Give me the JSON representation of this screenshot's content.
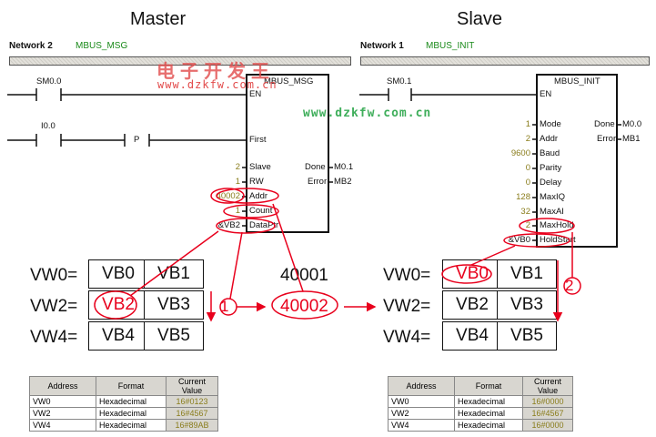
{
  "master": {
    "title": "Master",
    "network_label": "Network 2",
    "network_name": "MBUS_MSG",
    "contacts": [
      {
        "label": "SM0.0"
      },
      {
        "label": "I0.0"
      },
      {
        "label": "P"
      }
    ],
    "block": {
      "name": "MBUS_MSG",
      "inputs": [
        {
          "pin": "EN",
          "value": ""
        },
        {
          "pin": "First",
          "value": ""
        },
        {
          "pin": "Slave",
          "value": "2"
        },
        {
          "pin": "RW",
          "value": "1"
        },
        {
          "pin": "Addr",
          "value": "40002"
        },
        {
          "pin": "Count",
          "value": "1"
        },
        {
          "pin": "DataPtr",
          "value": "&VB2"
        }
      ],
      "outputs": [
        {
          "pin": "Done",
          "value": "M0.1"
        },
        {
          "pin": "Error",
          "value": "MB2"
        }
      ]
    },
    "memory": {
      "rows": [
        {
          "label": "VW0=",
          "cells": [
            "VB0",
            "VB1"
          ]
        },
        {
          "label": "VW2=",
          "cells": [
            "VB2",
            "VB3"
          ]
        },
        {
          "label": "VW4=",
          "cells": [
            "VB4",
            "VB5"
          ]
        }
      ]
    },
    "table": {
      "headers": [
        "Address",
        "Format",
        "Current Value"
      ],
      "rows": [
        [
          "VW0",
          "Hexadecimal",
          "16#0123"
        ],
        [
          "VW2",
          "Hexadecimal",
          "16#4567"
        ],
        [
          "VW4",
          "Hexadecimal",
          "16#89AB"
        ]
      ]
    }
  },
  "slave": {
    "title": "Slave",
    "network_label": "Network 1",
    "network_name": "MBUS_INIT",
    "contacts": [
      {
        "label": "SM0.1"
      }
    ],
    "block": {
      "name": "MBUS_INIT",
      "inputs": [
        {
          "pin": "EN",
          "value": ""
        },
        {
          "pin": "Mode",
          "value": "1"
        },
        {
          "pin": "Addr",
          "value": "2"
        },
        {
          "pin": "Baud",
          "value": "9600"
        },
        {
          "pin": "Parity",
          "value": "0"
        },
        {
          "pin": "Delay",
          "value": "0"
        },
        {
          "pin": "MaxIQ",
          "value": "128"
        },
        {
          "pin": "MaxAI",
          "value": "32"
        },
        {
          "pin": "MaxHold",
          "value": "2"
        },
        {
          "pin": "HoldStart",
          "value": "&VB0"
        }
      ],
      "outputs": [
        {
          "pin": "Done",
          "value": "M0.0"
        },
        {
          "pin": "Error",
          "value": "MB1"
        }
      ]
    },
    "memory": {
      "rows": [
        {
          "label": "VW0=",
          "cells": [
            "VB0",
            "VB1"
          ]
        },
        {
          "label": "VW2=",
          "cells": [
            "VB2",
            "VB3"
          ]
        },
        {
          "label": "VW4=",
          "cells": [
            "VB4",
            "VB5"
          ]
        }
      ]
    },
    "table": {
      "headers": [
        "Address",
        "Format",
        "Current Value"
      ],
      "rows": [
        [
          "VW0",
          "Hexadecimal",
          "16#0000"
        ],
        [
          "VW2",
          "Hexadecimal",
          "16#4567"
        ],
        [
          "VW4",
          "Hexadecimal",
          "16#0000"
        ]
      ]
    }
  },
  "modbus": {
    "addr_base": "40001",
    "addr_target": "40002"
  },
  "steps": [
    "1",
    "2"
  ],
  "watermark": {
    "cn": "电子开发王",
    "url_red": "www.dzkfw.com.cn",
    "url_green": "www.dzkfw.com.cn"
  },
  "colors": {
    "annotation": "#e8001c",
    "value": "#8a7d1c",
    "network_name": "#1a8a1a"
  }
}
